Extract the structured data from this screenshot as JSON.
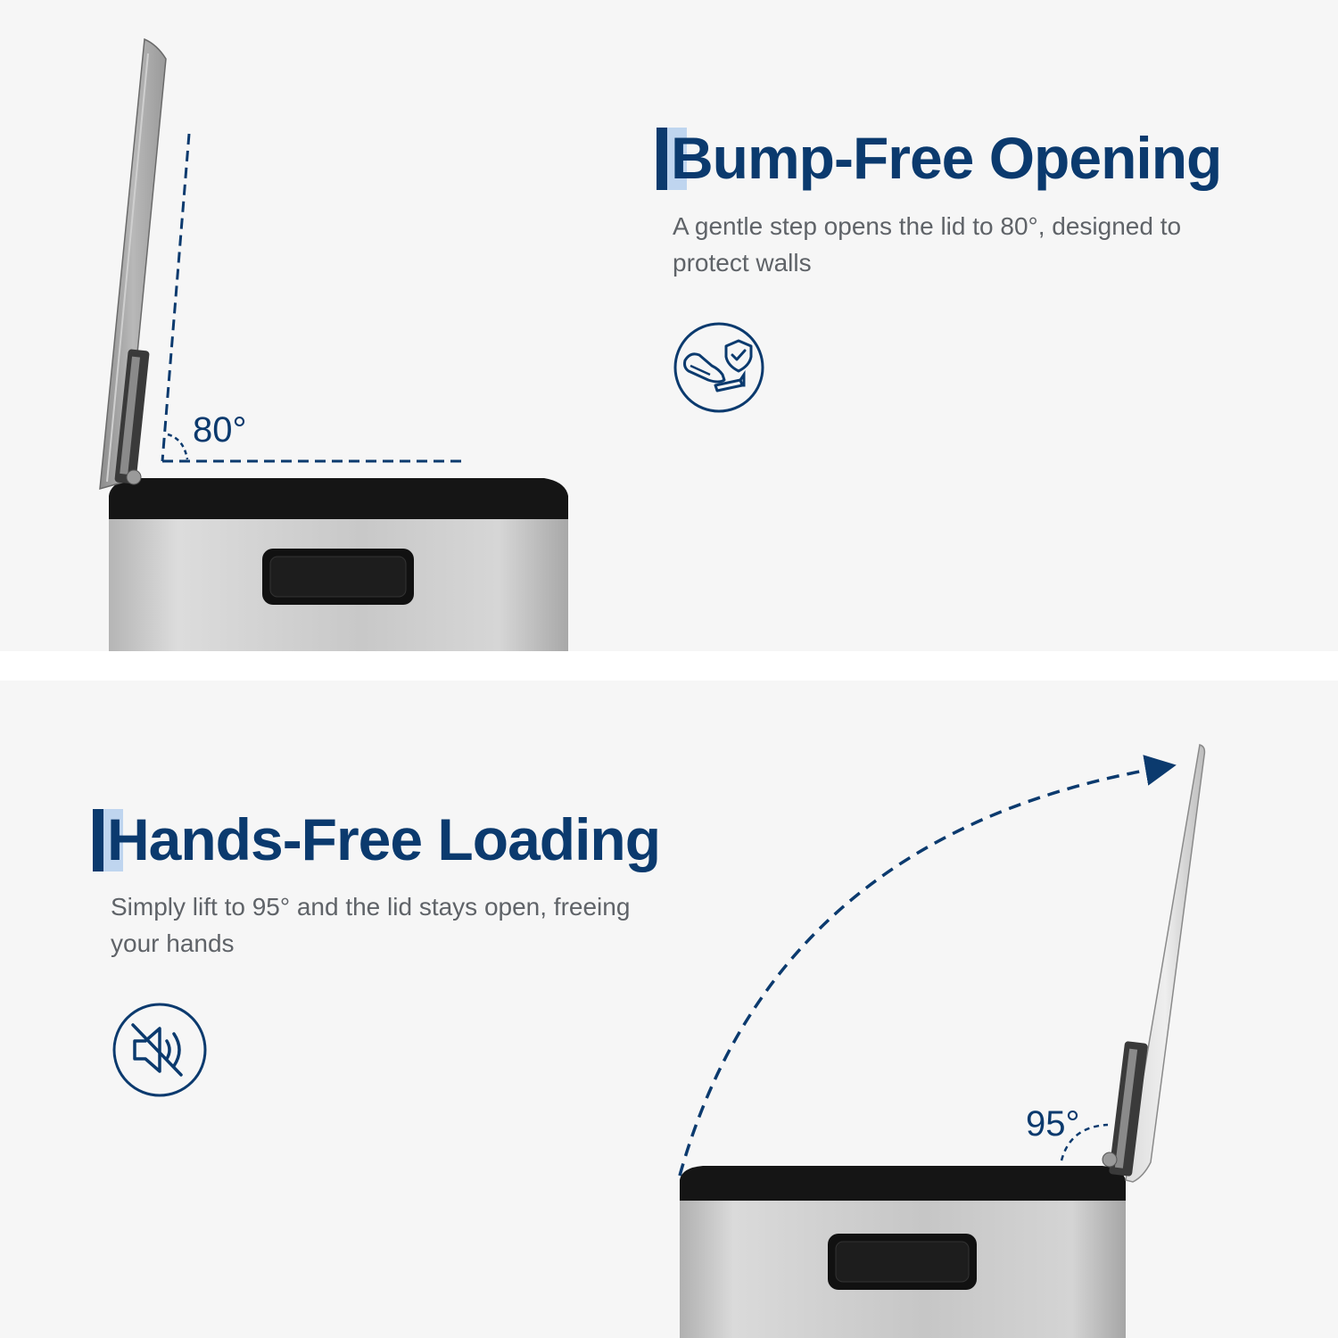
{
  "colors": {
    "navy": "#0b3a6e",
    "accent_light": "#b9d2ee",
    "text_gray": "#5f6368",
    "panel_bg": "#f6f6f6",
    "steel_light": "#d9d9d9",
    "steel_dark": "#a9a9a9",
    "rim_black": "#151515"
  },
  "section_top": {
    "title": "Bump-Free Opening",
    "description": "A gentle step opens the lid to 80°, designed to protect walls",
    "angle_label": "80°",
    "icon": "foot-pedal-shield-icon"
  },
  "section_bottom": {
    "title": "Hands-Free Loading",
    "description": "Simply lift to 95° and the lid stays open, freeing your hands",
    "angle_label": "95°",
    "icon": "mute-speaker-icon"
  }
}
